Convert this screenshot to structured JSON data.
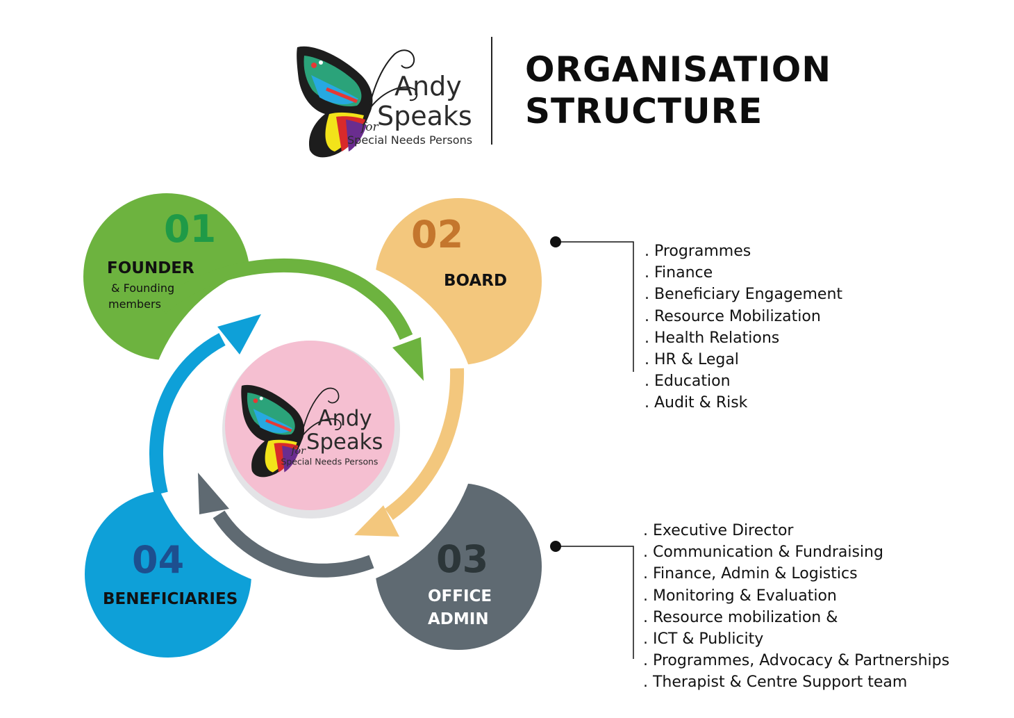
{
  "header": {
    "logo": {
      "name": "Andy",
      "name2": "Speaks",
      "for": "for",
      "tagline": "Special Needs Persons"
    },
    "title_line1": "ORGANISATION",
    "title_line2": "STRUCTURE"
  },
  "nodes": [
    {
      "number": "01",
      "label": "FOUNDER",
      "sub_lines": [
        "& Founding",
        "members"
      ],
      "color": "#6db33f",
      "number_color": "#1f9a47"
    },
    {
      "number": "02",
      "label": "BOARD",
      "color": "#f3c77d",
      "number_color": "#c4762d"
    },
    {
      "number": "03",
      "label_lines": [
        "OFFICE",
        "ADMIN"
      ],
      "color": "#5f6a72",
      "number_color": "#2c3639"
    },
    {
      "number": "04",
      "label": "BENEFICIARIES",
      "color": "#0ea0d8",
      "number_color": "#1d4f8f"
    }
  ],
  "center_logo": {
    "name": "Andy",
    "name2": "Speaks",
    "for": "for",
    "tagline": "Special Needs Persons",
    "bg": "#f5bfd1"
  },
  "board_list": [
    ". Programmes",
    ". Finance",
    ". Beneficiary Engagement",
    ". Resource Mobilization",
    ". Health Relations",
    ". HR & Legal",
    ". Education",
    ". Audit & Risk"
  ],
  "admin_list": [
    ". Executive Director",
    ". Communication & Fundraising",
    ". Finance, Admin  & Logistics",
    ". Monitoring & Evaluation",
    ". Resource mobilization &",
    ". ICT & Publicity",
    ". Programmes, Advocacy & Partnerships",
    ". Therapist & Centre Support team"
  ]
}
